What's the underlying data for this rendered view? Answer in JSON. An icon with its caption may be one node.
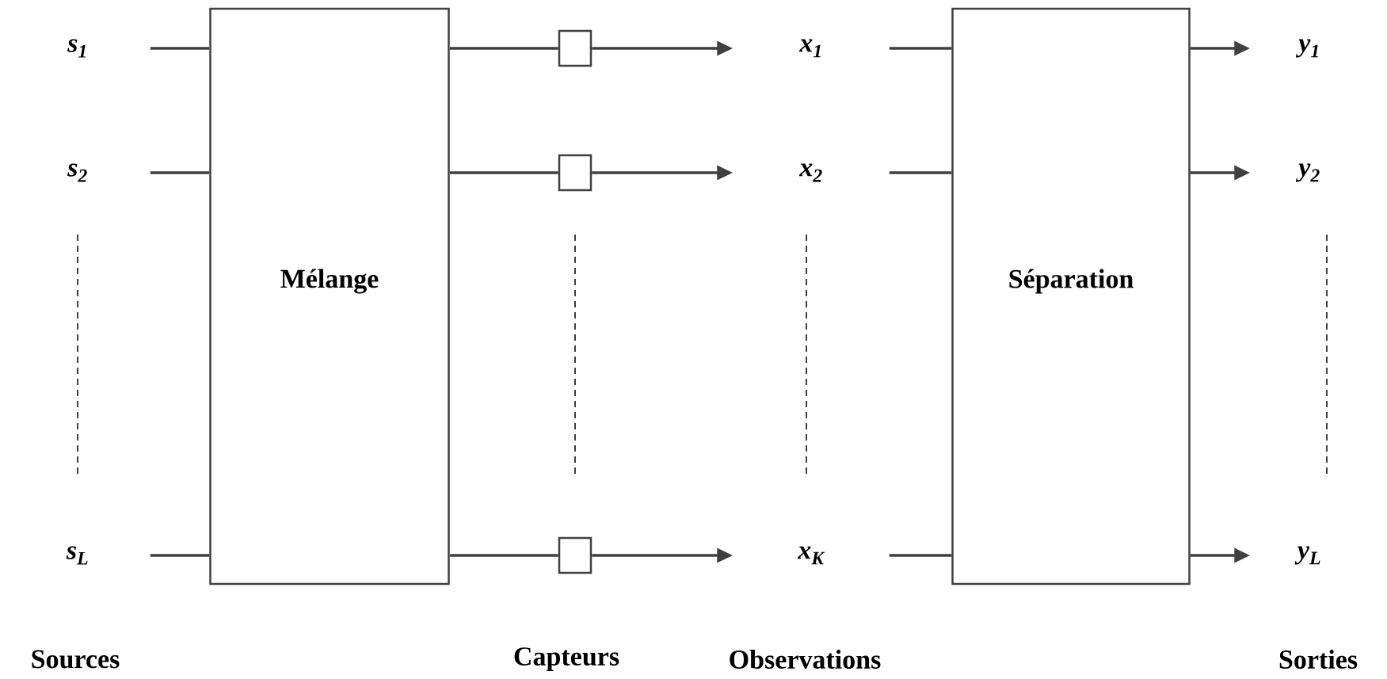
{
  "diagram": {
    "nodes": [
      {
        "text": [
          "s$_{1}$"
        ]
      },
      {
        "text": [
          "s$_{2}$"
        ]
      },
      {
        "text": [
          "s$_{L}$"
        ]
      },
      {
        "text": [
          "Mélange"
        ]
      },
      {
        "text": [],
        "shape": "box"
      },
      {
        "text": [],
        "shape": "box"
      },
      {
        "text": [],
        "shape": "box"
      },
      {
        "text": [
          "x$_{1}$"
        ]
      },
      {
        "text": [
          "x$_{2}$"
        ]
      },
      {
        "text": [
          "x$_{K}$"
        ]
      },
      {
        "text": [
          "Séparation"
        ]
      },
      {
        "text": [
          "y$_{1}$"
        ]
      },
      {
        "text": [
          "y$_{2}$"
        ]
      },
      {
        "text": [
          "y$_{L}$"
        ]
      }
    ],
    "edges": [
      {
        "from": 0,
        "to": 3,
        "arrow": "none"
      },
      {
        "from": 1,
        "to": 3,
        "arrow": "none"
      },
      {
        "from": 2,
        "to": 3,
        "arrow": "none"
      },
      {
        "from": 3,
        "to": 4,
        "arrow": "none"
      },
      {
        "from": 3,
        "to": 5,
        "arrow": "none"
      },
      {
        "from": 3,
        "to": 6,
        "arrow": "none"
      },
      {
        "from": 4,
        "to": 7,
        "arrow": "to"
      },
      {
        "from": 5,
        "to": 8,
        "arrow": "to"
      },
      {
        "from": 6,
        "to": 9,
        "arrow": "to"
      },
      {
        "from": 7,
        "to": 10,
        "arrow": "none"
      },
      {
        "from": 8,
        "to": 10,
        "arrow": "none"
      },
      {
        "from": 9,
        "to": 10,
        "arrow": "none"
      },
      {
        "from": 10,
        "to": 11,
        "arrow": "to"
      },
      {
        "from": 10,
        "to": 12,
        "arrow": "to"
      },
      {
        "from": 10,
        "to": 13,
        "arrow": "to"
      }
    ],
    "labels": [
      "Sources",
      "Capteurs",
      "Observations",
      "Sorties"
    ]
  }
}
